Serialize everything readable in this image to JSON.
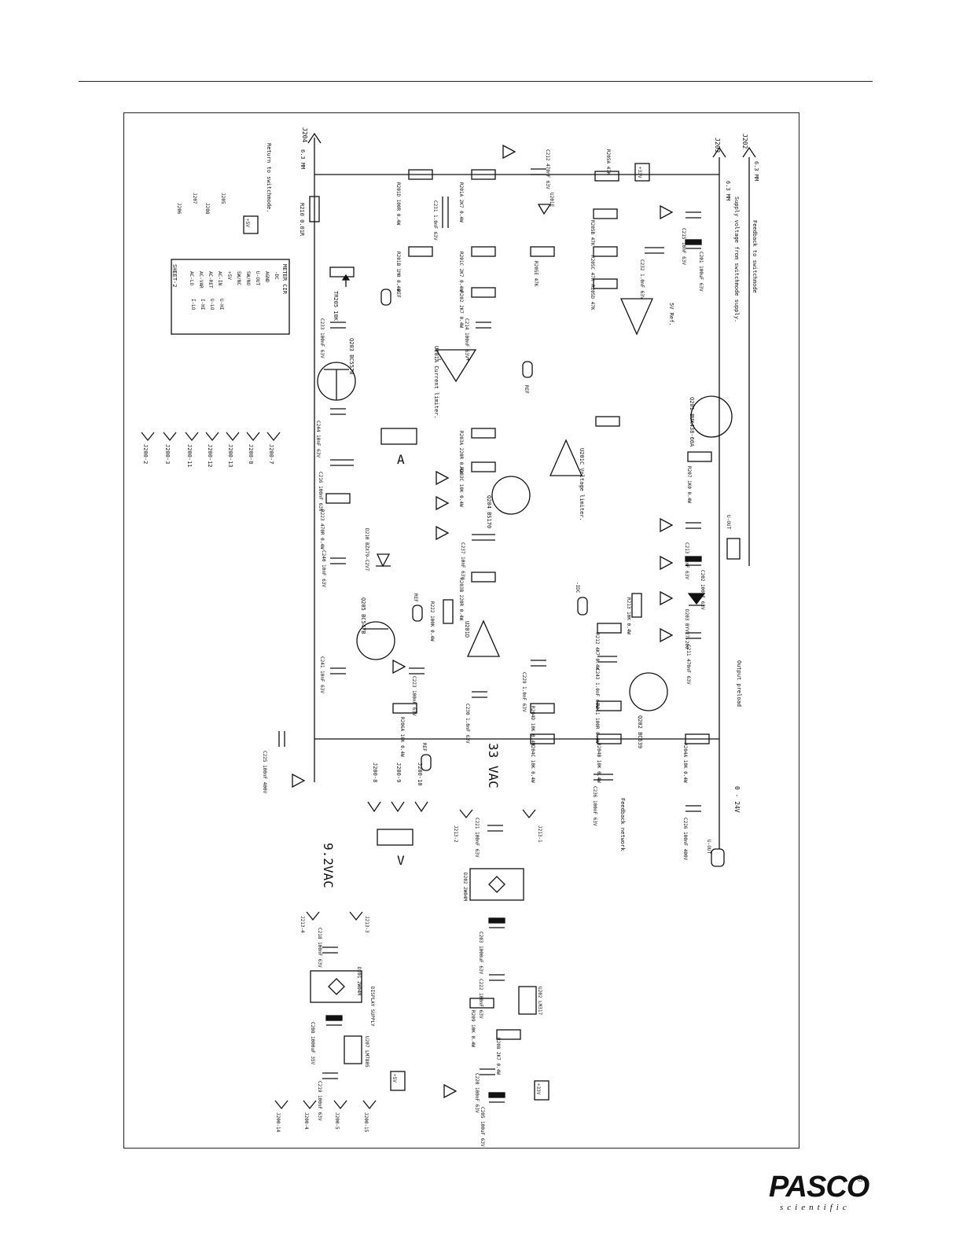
{
  "labels": {
    "feedback_switchmode": "Feedback to switchmode",
    "supply_voltage": "Supply voltage from switchmode supply.",
    "return_switchmode": "Return to switchmode.",
    "voltage_33": "33 VAC",
    "voltage_92": "9.2VAC",
    "output_preload": "Output preload",
    "feedback_network": "Feedback network",
    "range_0_24": "0 - 24V",
    "current_limiter": "U201A Current limiter.",
    "voltage_limiter": "U201C Voltage limiter.",
    "ref_5v": "5V Ref.",
    "display_supply": "DISPLAY SUPPLY",
    "meter_cir": "METER CIR",
    "sheet": "SHEET-2",
    "wire_63mm": "6.3 MM",
    "ref": "REF",
    "u_out": "U-OUT",
    "minus_idc": "-IDC",
    "plus_5v": "+5V",
    "plus_33v": "+33V",
    "meter_a": "A",
    "meter_v": "V"
  },
  "connectors": {
    "j202": "J202",
    "j203": "J203",
    "j204": "J204",
    "j205": "J205",
    "j206": "J206",
    "j207": "J207",
    "j208": "J208",
    "j200_2": "J200-2",
    "j200_3": "J200-3",
    "j200_11": "J200-11",
    "j200_12": "J200-12",
    "j200_13": "J200-13",
    "j200_8": "J200-8",
    "j200_7": "J200-7",
    "j200_9": "J200-9",
    "j200_10": "J200-10",
    "j200_14": "J200-14",
    "j200_4": "J200-4",
    "j200_5": "J200-5",
    "j200_15": "J200-15",
    "j213_1": "J213-1",
    "j213_2": "J213-2",
    "j213_3": "J213-3",
    "j213_4": "J213-4"
  },
  "components": {
    "r210": "R210 0.01R",
    "r201a": "R201A 2K7 0.4W",
    "r201b": "R201B 1M0 0.4W",
    "r201c": "R201C 2K7 0.4W",
    "r201d": "R201D 100R 0.4W",
    "r202": "R202 2K7 0.4W",
    "tr205": "TR205 10K",
    "c231": "C231 1.0nF 63V",
    "c214": "C214 100nF 63V",
    "c212": "C212 470nF 63V",
    "r205a": "R205A 47K",
    "r205b": "R205B 47K",
    "r205c": "R205C 47K",
    "r205d": "R205D 47K",
    "r205e": "R205E 47K",
    "u201e": "U201E",
    "c232": "C232 1.0nF 63V",
    "c215": "C215 10nF 63V",
    "c201": "C201 100uF 63V",
    "q201": "Q201 BUK438-60A",
    "r207": "R207 1K0 0.4W",
    "r203a": "R203A 220R 0.4W",
    "r203c": "R203C 10K 0.4W",
    "q204": "Q204 BS170",
    "c237": "C237 10nF 63V",
    "r203b": "R203B 220R 0.4W",
    "r222": "R222 100K 0.4W",
    "u201d": "U201D",
    "c223": "C223 100nF 63V",
    "c230": "C230 1.0nF 63V",
    "r206a": "R206A 10K 0.4W",
    "q203": "Q203 BC557B",
    "c233": "C233 100nF 63V",
    "c244": "C244 10nF 63V",
    "c216": "C216 100nF 63V",
    "r223": "R223 470R 0.4W",
    "d210": "D210 BZX79-C2V7",
    "c240": "C240 10nF 63V",
    "q205": "Q205 BC547B",
    "c241": "C241 10nF 63V",
    "c225": "C225 100nF 400V",
    "c213": "C213 10nF 63V",
    "c202": "C202 100uF 63V",
    "d203": "D203 BYV27-200",
    "c211": "C211 470nF 63V",
    "r213": "R213 10K 0.4W",
    "r212": "R212 4K7 0.4W",
    "c243": "C243 1.0nF 63V",
    "q202": "Q202 BC639",
    "r211": "R211 100R 0.4W",
    "c229": "C229 1.0nF 63V",
    "r204d": "R204D 10K 0.4W",
    "r204c": "R204C 10K 0.4W",
    "r204b": "R204B 10K 0.4W",
    "r204a": "R204A 10K 0.4W",
    "c236": "C236 100nF 63V",
    "c226": "C226 100nF 400V",
    "d202": "D202 2W04M",
    "c221": "C221 100nF 63V",
    "c203": "C203 1000uF 63V",
    "c222": "C222 100nF 63V",
    "u202": "U202 LM317",
    "r209": "R209 10K 0.4W",
    "r208": "R208 2K7 0.4W",
    "c220": "C220 100nF 63V",
    "c205": "C205 100uF 63V",
    "d201": "D201 2W04M",
    "c218": "C218 100nF 63V",
    "c208": "C208 1000uF 35V",
    "u207": "U207 LM7805",
    "c219": "C219 100nF 63V"
  },
  "meter_pins": [
    "-DC",
    "AGND",
    "U-OUT",
    "SW/NO",
    "SW/NC",
    "+5V",
    "AC-IN",
    "AC-RET",
    "AC-VAR",
    "AC-LO",
    "U-HI",
    "U-LO",
    "I-HI",
    "I-LO"
  ],
  "brand": {
    "name": "PASCO",
    "tagline": "scientific",
    "reg": "®"
  }
}
